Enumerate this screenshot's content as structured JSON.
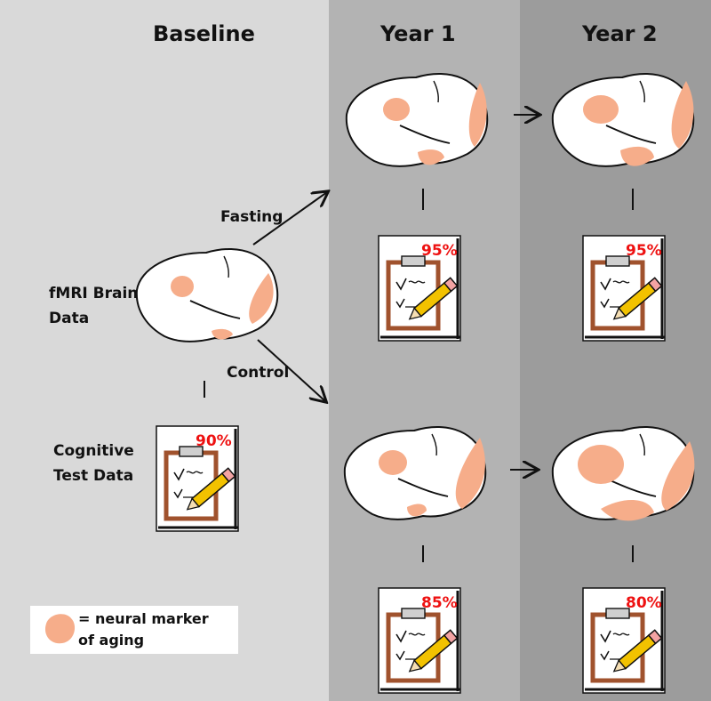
{
  "headings": {
    "baseline": "Baseline",
    "year1": "Year 1",
    "year2": "Year 2"
  },
  "labels": {
    "fmri_line1": "fMRI Brain",
    "fmri_line2": "Data",
    "cognitive_line1": "Cognitive",
    "cognitive_line2": "Test Data",
    "fasting": "Fasting",
    "control": "Control"
  },
  "scores": {
    "baseline": "90%",
    "fasting_year1": "95%",
    "fasting_year2": "95%",
    "control_year1": "85%",
    "control_year2": "80%"
  },
  "legend": {
    "line1": "= neural marker",
    "line2": "of aging"
  },
  "colors": {
    "baseline_bg": "#d9d9d9",
    "year1_bg": "#b3b3b3",
    "year2_bg": "#9c9c9c",
    "marker": "#f6ad8a",
    "score_text": "#ee1111",
    "pencil": "#f2c200",
    "clipboard": "#a0522d"
  }
}
